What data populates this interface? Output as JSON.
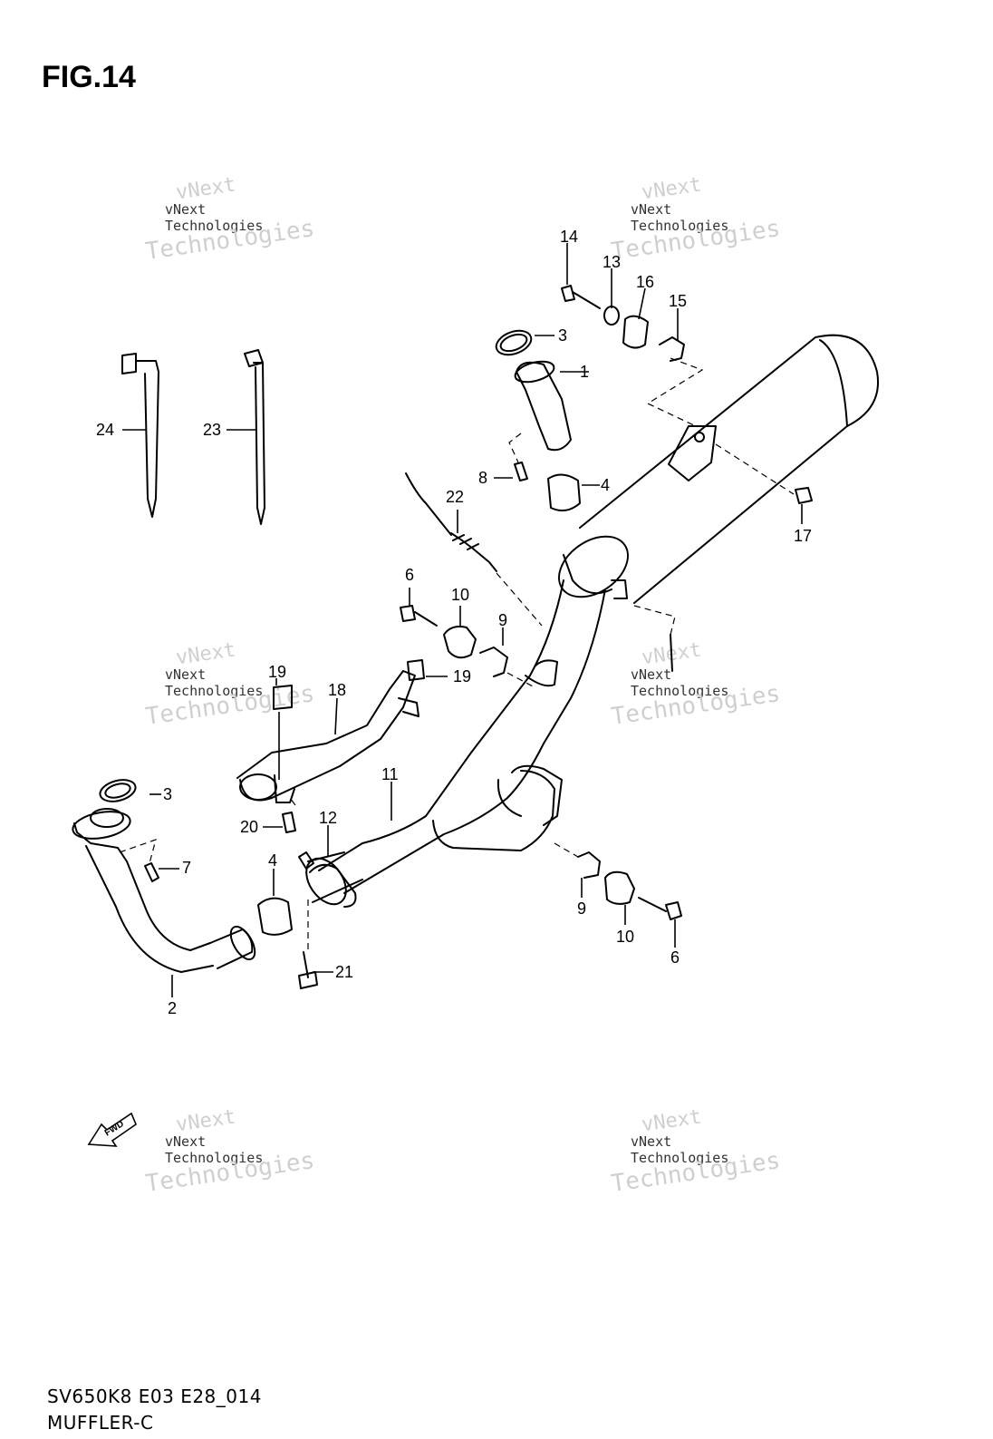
{
  "title": "FIG.14",
  "footer": {
    "code": "SV650K8 E03 E28_014",
    "name": "MUFFLER-C"
  },
  "fwd_label": "FWD",
  "watermark": {
    "line1": "vNext",
    "line2": "vNext Technologies",
    "line3": "Technologies"
  },
  "callouts": {
    "c1": "1",
    "c2": "2",
    "c3a": "3",
    "c3b": "3",
    "c4a": "4",
    "c4b": "4",
    "c6a": "6",
    "c6b": "6",
    "c7": "7",
    "c8": "8",
    "c9a": "9",
    "c9b": "9",
    "c10a": "10",
    "c10b": "10",
    "c11": "11",
    "c12": "12",
    "c13": "13",
    "c14": "14",
    "c15": "15",
    "c16": "16",
    "c17": "17",
    "c18": "18",
    "c19a": "19",
    "c19b": "19",
    "c20": "20",
    "c21": "21",
    "c22": "22",
    "c23": "23",
    "c24": "24"
  }
}
